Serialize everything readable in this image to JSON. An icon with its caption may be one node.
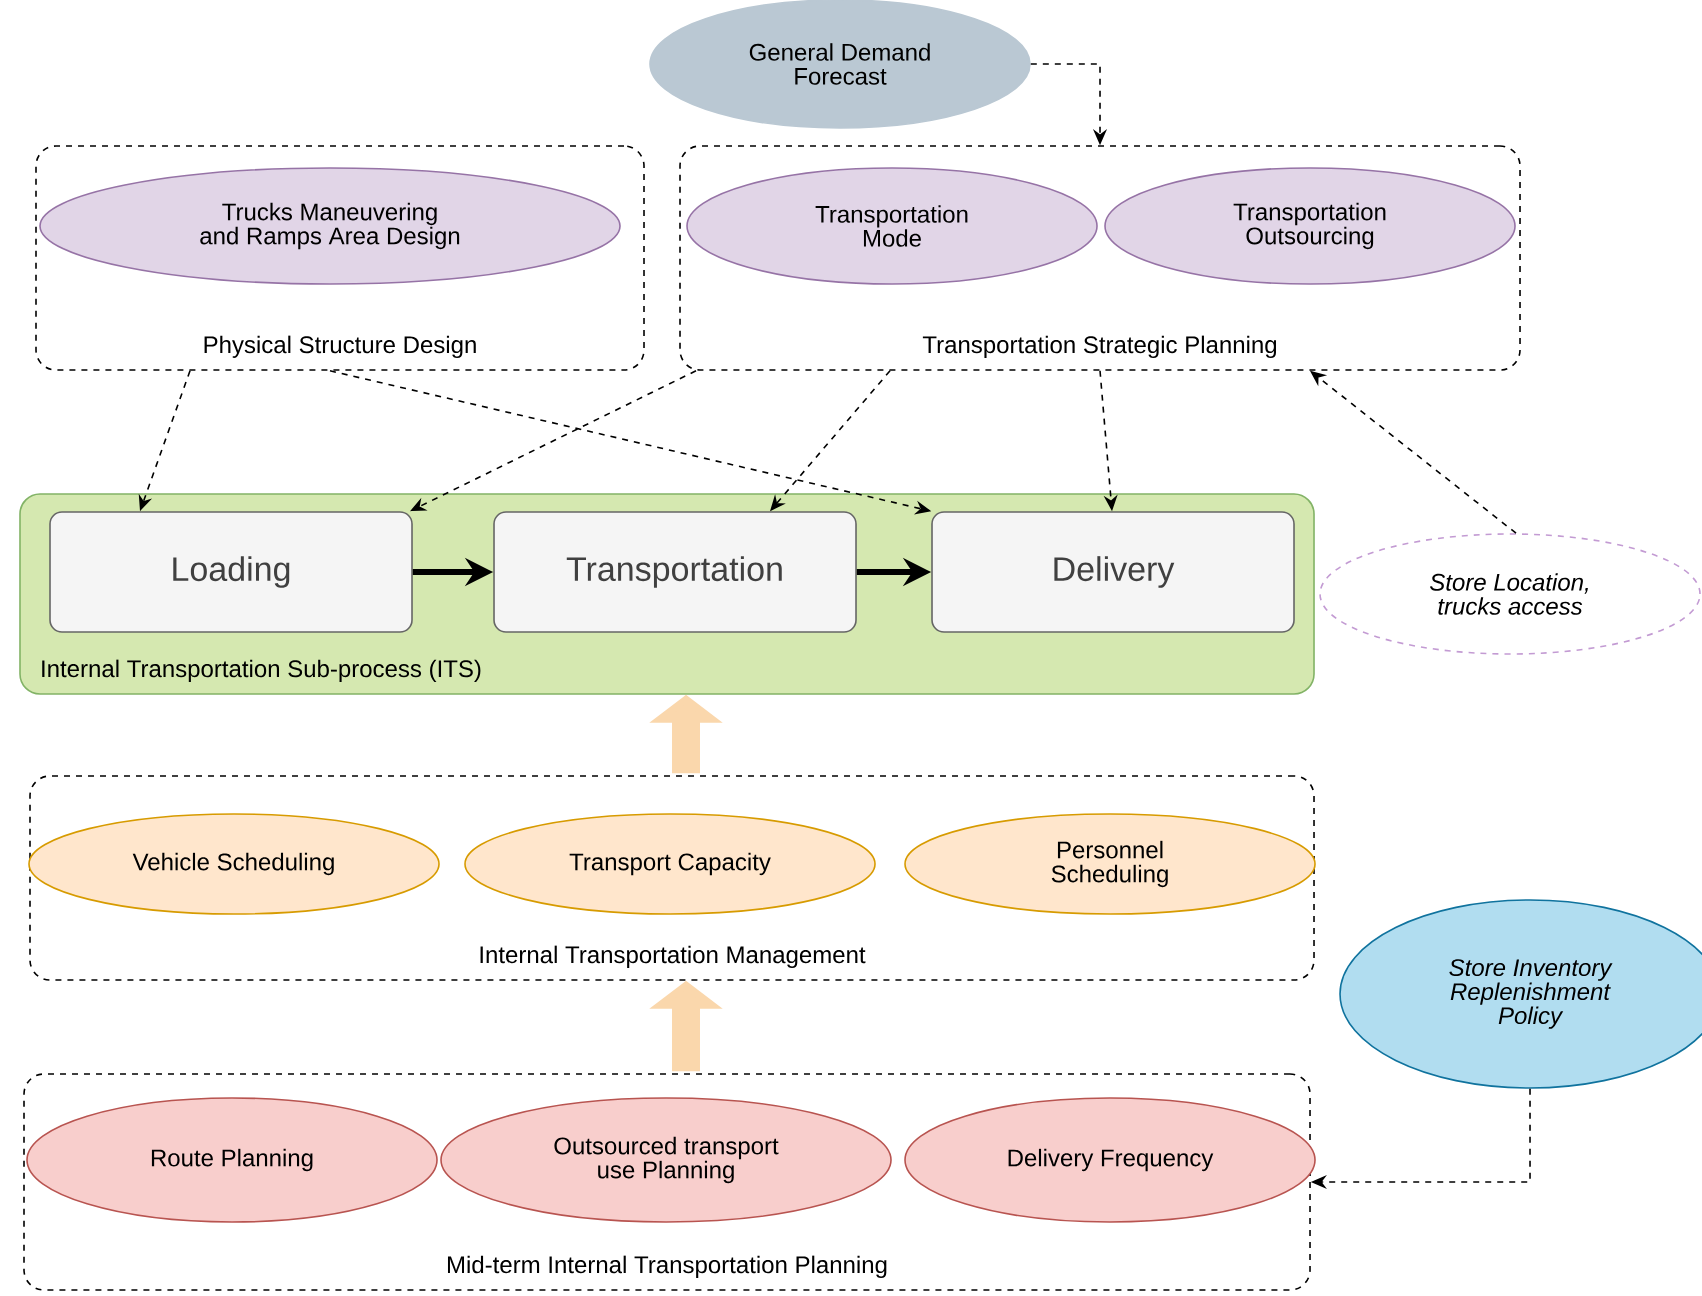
{
  "diagram": {
    "nodes": [
      {
        "text": [
          "General Demand Forecast"
        ]
      },
      {
        "text": [
          "Physical Structure Design"
        ]
      },
      {
        "text": [
          "Trucks Maneuvering and Ramps Area Design"
        ],
        "in": 1
      },
      {
        "text": [
          "Transportation Strategic Planning"
        ]
      },
      {
        "text": [
          "Transportation Mode"
        ],
        "in": 3
      },
      {
        "text": [
          "Transportation Outsourcing"
        ],
        "in": 3
      },
      {
        "text": [
          "Internal Transportation Sub-process (ITS)"
        ]
      },
      {
        "text": [
          "Loading"
        ],
        "in": 6
      },
      {
        "text": [
          "Transportation"
        ],
        "in": 6
      },
      {
        "text": [
          "Delivery"
        ],
        "in": 6
      },
      {
        "text": [
          "Store Location, trucks access"
        ]
      },
      {
        "text": [
          "Internal Transportation Management"
        ]
      },
      {
        "text": [
          "Vehicle Scheduling"
        ],
        "in": 11
      },
      {
        "text": [
          "Transport Capacity"
        ],
        "in": 11
      },
      {
        "text": [
          "Personnel Scheduling"
        ],
        "in": 11
      },
      {
        "text": [
          "Store Inventory Replenishment Policy"
        ]
      },
      {
        "text": [
          "Mid-term Internal Transportation Planning"
        ]
      },
      {
        "text": [
          "Route Planning"
        ],
        "in": 16
      },
      {
        "text": [
          "Outsourced transport use Planning"
        ],
        "in": 16
      },
      {
        "text": [
          "Delivery Frequency"
        ],
        "in": 16
      }
    ],
    "edges": [
      {
        "from": 0,
        "to": 3,
        "arrow": "to",
        "style": "dashed"
      },
      {
        "from": 1,
        "to": 7,
        "arrow": "to",
        "style": "dashed"
      },
      {
        "from": 1,
        "to": 9,
        "arrow": "to",
        "style": "dashed"
      },
      {
        "from": 3,
        "to": 7,
        "arrow": "to",
        "style": "dashed"
      },
      {
        "from": 3,
        "to": 8,
        "arrow": "to",
        "style": "dashed"
      },
      {
        "from": 3,
        "to": 9,
        "arrow": "to",
        "style": "dashed"
      },
      {
        "from": 10,
        "to": 3,
        "arrow": "to",
        "style": "dashed"
      },
      {
        "from": 7,
        "to": 8,
        "arrow": "to",
        "style": "thick"
      },
      {
        "from": 8,
        "to": 9,
        "arrow": "to",
        "style": "thick"
      },
      {
        "from": 11,
        "to": 6,
        "arrow": "to",
        "style": "thick",
        "color": "#fad7ac"
      },
      {
        "from": 16,
        "to": 11,
        "arrow": "to",
        "style": "thick",
        "color": "#fad7ac"
      },
      {
        "from": 15,
        "to": 16,
        "arrow": "to",
        "style": "dashed"
      }
    ]
  }
}
